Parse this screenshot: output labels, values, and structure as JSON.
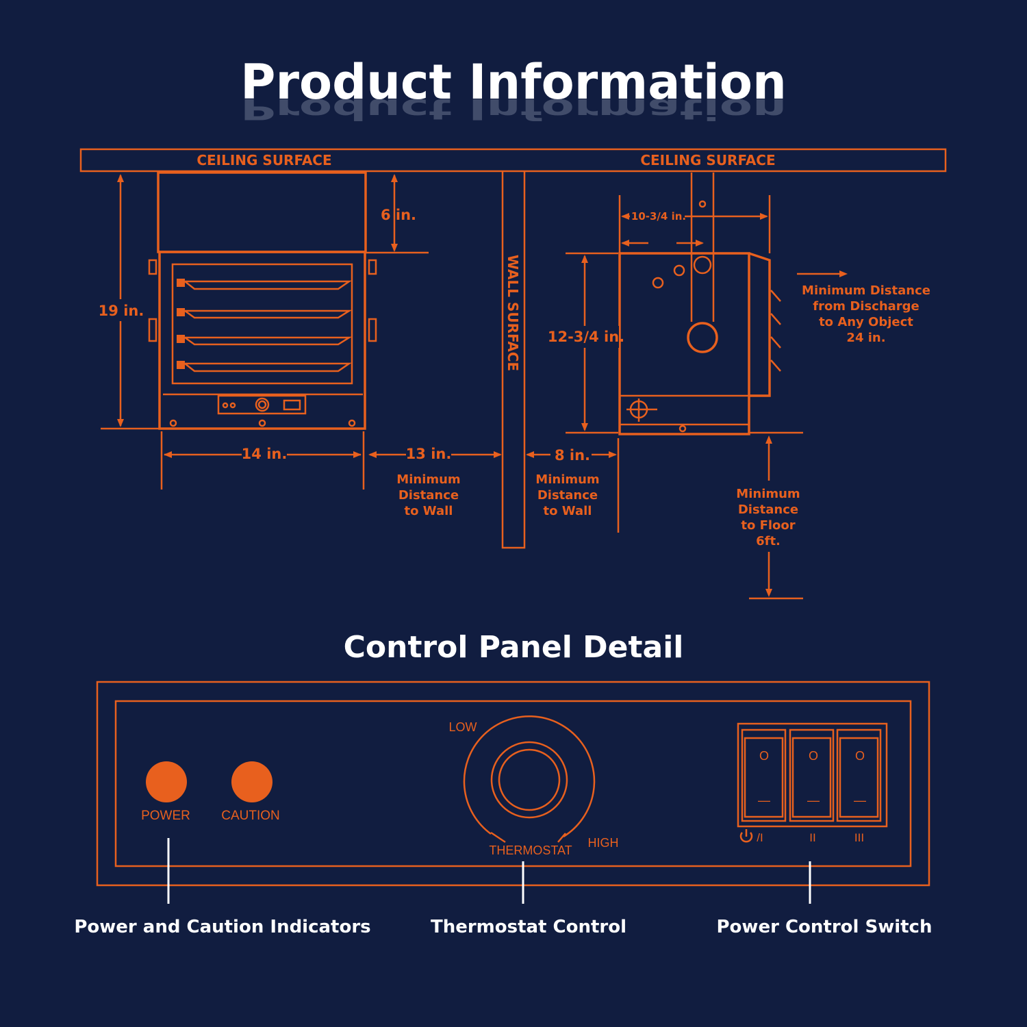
{
  "title": "Product Information",
  "diagram": {
    "ceiling_left": "CEILING SURFACE",
    "ceiling_right": "CEILING SURFACE",
    "wall": "WALL SURFACE",
    "dim_6": "6 in.",
    "dim_19": "19 in.",
    "dim_14": "14 in.",
    "dim_13": "13 in.",
    "dim_8": "8 in.",
    "dim_10_3_4": "10-3/4 in.",
    "dim_12_3_4": "12-3/4 in.",
    "min_wall_left": [
      "Minimum",
      "Distance",
      "to Wall"
    ],
    "min_wall_right": [
      "Minimum",
      "Distance",
      "to Wall"
    ],
    "min_discharge": [
      "Minimum Distance",
      "from Discharge",
      "to Any Object",
      "24 in."
    ],
    "min_floor": [
      "Minimum",
      "Distance",
      "to Floor",
      "6ft."
    ]
  },
  "control_panel": {
    "title": "Control Panel Detail",
    "power": "POWER",
    "caution": "CAUTION",
    "low": "LOW",
    "high": "HIGH",
    "thermostat": "THERMOSTAT",
    "switch_1": "/I",
    "switch_2": "II",
    "switch_3": "III",
    "switch_mark_on": "O",
    "switch_mark_off": "—",
    "callout_indicators": "Power and Caution Indicators",
    "callout_thermostat": "Thermostat Control",
    "callout_switch": "Power Control Switch"
  },
  "colors": {
    "background": "#111d40",
    "accent": "#e8601e",
    "text": "#ffffff"
  },
  "icons": [
    "power-icon"
  ]
}
